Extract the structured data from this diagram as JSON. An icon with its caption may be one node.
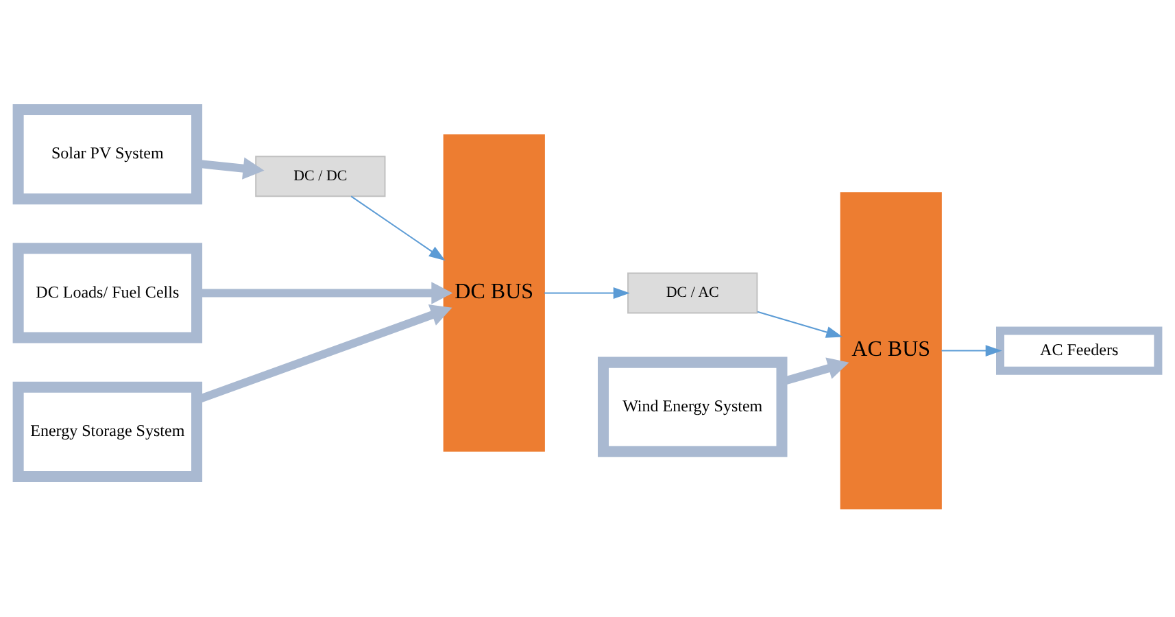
{
  "diagram": {
    "nodes": [
      {
        "text": [
          "Solar PV System"
        ]
      },
      {
        "text": [
          "DC / DC"
        ]
      },
      {
        "text": [
          "DC Loads/ Fuel Cells"
        ]
      },
      {
        "text": [
          "Energy Storage System"
        ]
      },
      {
        "text": [
          "DC BUS"
        ]
      },
      {
        "text": [
          "DC / AC"
        ]
      },
      {
        "text": [
          "AC BUS"
        ]
      },
      {
        "text": [
          "AC Feeders"
        ]
      },
      {
        "text": [
          "Wind Energy System"
        ]
      }
    ],
    "edges": [
      {
        "from": 0,
        "to": 1,
        "arrow": "to",
        "style": "thick",
        "color": "#a9b9d1"
      },
      {
        "from": 1,
        "to": 4,
        "arrow": "to"
      },
      {
        "from": 2,
        "to": 4,
        "arrow": "to",
        "style": "thick",
        "color": "#a9b9d1"
      },
      {
        "from": 3,
        "to": 4,
        "arrow": "to",
        "style": "thick",
        "color": "#a9b9d1"
      },
      {
        "from": 4,
        "to": 5,
        "arrow": "to"
      },
      {
        "from": 5,
        "to": 6,
        "arrow": "to"
      },
      {
        "from": 6,
        "to": 7,
        "arrow": "to"
      },
      {
        "from": 8,
        "to": 6,
        "arrow": "to",
        "style": "thick",
        "color": "#a9b9d1"
      }
    ]
  }
}
